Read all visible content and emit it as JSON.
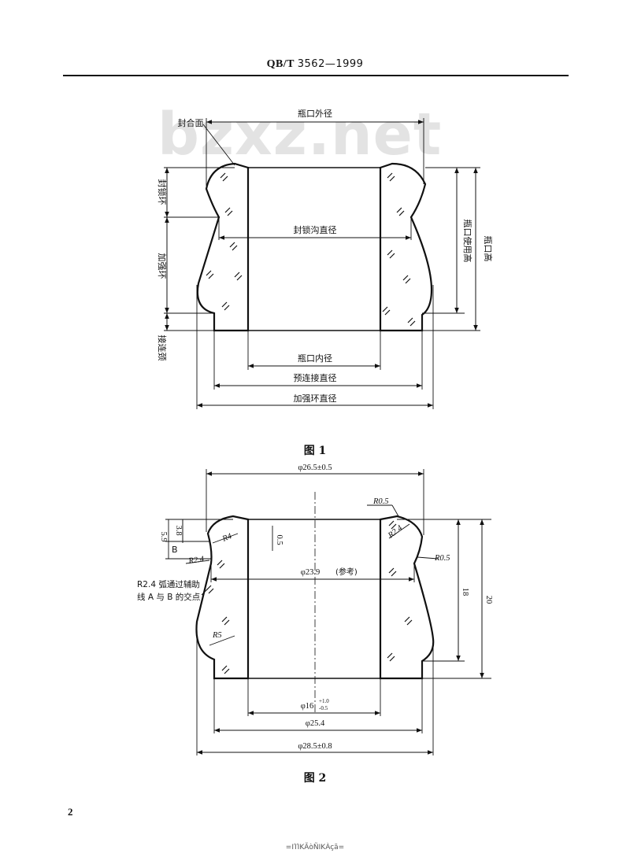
{
  "header": {
    "code_prefix": "QB/T",
    "code_number": "3562—1999"
  },
  "watermark": "bzxz.net",
  "figure1": {
    "caption": "图 1",
    "labels": {
      "sealing_surface": "封合面",
      "locking_ring": "封锁环",
      "reinforcing_ring": "加强环",
      "connecting_neck": "接连颈",
      "mouth_outer_diameter": "瓶口外径",
      "locking_groove_diameter": "封锁沟直径",
      "mouth_inner_diameter": "瓶口内径",
      "pre_connection_diameter": "预连接直径",
      "reinforcing_ring_diameter": "加强环直径",
      "mouth_usable_height": "瓶口使用高",
      "mouth_height": "瓶口高"
    }
  },
  "figure2": {
    "caption": "图 2",
    "dims": {
      "outer_top": "φ26.5±0.5",
      "groove": "φ23.9",
      "groove_ref": "(参考)",
      "inner_base": "φ16",
      "inner_tol_upper": "+1.0",
      "inner_tol_lower": "-0.5",
      "neck": "φ25.4",
      "reinforcing": "φ28.5±0.8",
      "h_5_9": "5.9",
      "h_3_8": "3.8",
      "h_0_5": "0.5",
      "mark_b": "B",
      "height_18": "18",
      "height_20": "20",
      "r_0_5_top": "R0.5",
      "r_0_5_side": "R0.5",
      "r_2_4_right": "R2.4",
      "r_4": "R4",
      "r_2_4_left": "R2.4",
      "r_5": "R5"
    },
    "note_line1": "R2.4 弧通过辅助",
    "note_line2": "线 A 与 B 的交点"
  },
  "page_number": "2",
  "footer_text": "=ΙΊΊΚÃὸÑΙΚÀçã="
}
